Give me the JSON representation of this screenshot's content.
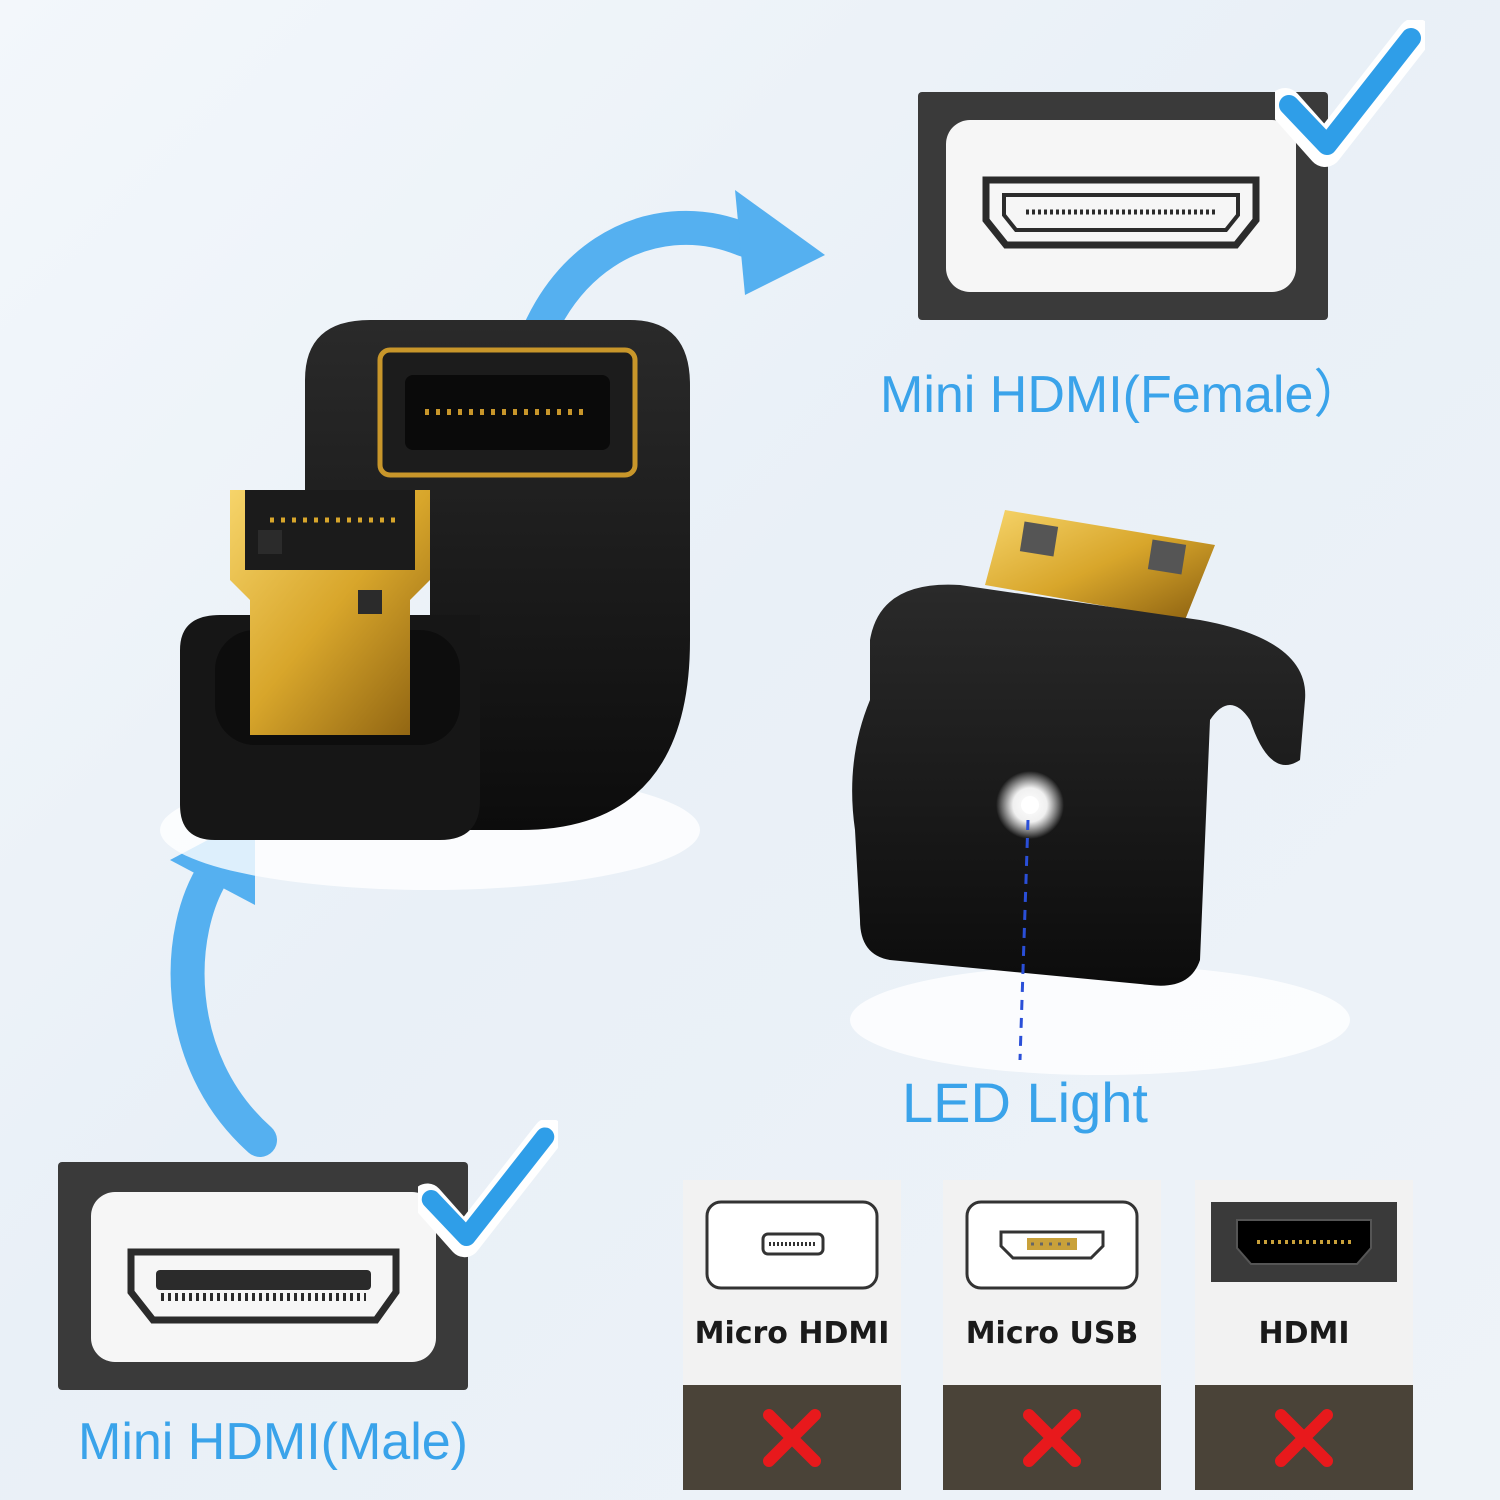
{
  "labels": {
    "female": "Mini HDMI(Female）",
    "male": "Mini HDMI(Male)",
    "led": "LED Light"
  },
  "comparison": [
    {
      "name": "Micro HDMI",
      "status": "not-compatible"
    },
    {
      "name": "Micro USB",
      "status": "not-compatible"
    },
    {
      "name": "HDMI",
      "status": "not-compatible"
    }
  ],
  "colors": {
    "accent_blue": "#3aa3ea",
    "check_blue": "#2f9ee8",
    "cross_red": "#e8191c",
    "gold": "#d8a62b",
    "body_black": "#141414"
  },
  "icons": [
    "check-icon",
    "cross-icon",
    "arrow-icon"
  ]
}
